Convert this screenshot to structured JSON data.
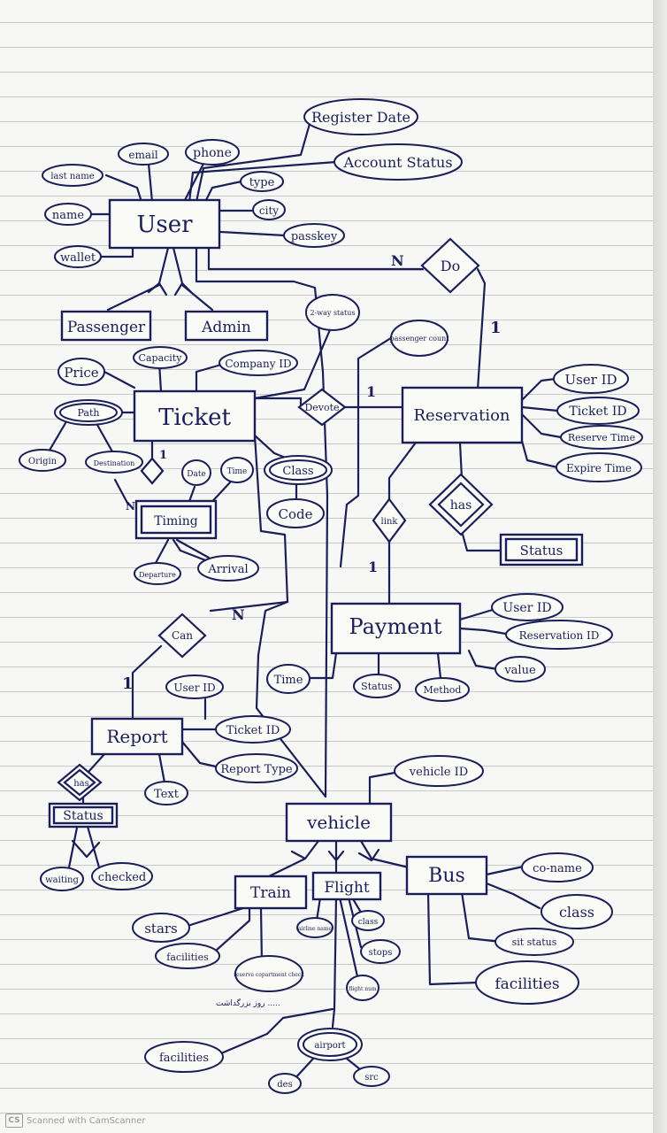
{
  "entities": {
    "user": "User",
    "passenger": "Passenger",
    "admin": "Admin",
    "ticket": "Ticket",
    "timing": "Timing",
    "reservation": "Reservation",
    "payment": "Payment",
    "report": "Report",
    "status_report": "Status",
    "status_reservation": "Status",
    "vehicle": "vehicle",
    "train": "Train",
    "flight": "Flight",
    "bus": "Bus"
  },
  "relationships": {
    "do": "Do",
    "devote": "Devote",
    "link": "link",
    "has_reservation": "has",
    "can": "Can",
    "has_report": "has"
  },
  "attributes": {
    "user": [
      "email",
      "phone",
      "last name",
      "name",
      "wallet",
      "type",
      "city",
      "passkey",
      "Register Date",
      "Account Status"
    ],
    "ticket": [
      "Price",
      "Capacity",
      "Company ID",
      "2-way status",
      "passenger count",
      "Path",
      "Origin",
      "Destination",
      "Date",
      "Time",
      "Class",
      "Code",
      "Departure",
      "Arrival"
    ],
    "reservation": [
      "User ID",
      "Ticket ID",
      "Reserve Time",
      "Expire Time"
    ],
    "payment": [
      "User ID",
      "Reservation ID",
      "value",
      "Time",
      "Status",
      "Method"
    ],
    "report": [
      "User ID",
      "Ticket ID",
      "Report Type",
      "Text",
      "waiting",
      "checked"
    ],
    "vehicle": [
      "vehicle ID"
    ],
    "bus": [
      "co-name",
      "class",
      "sit status",
      "facilities"
    ],
    "train": [
      "stars",
      "facilities",
      "reserve copartment check"
    ],
    "flight": [
      "airline name",
      "class",
      "stops",
      "flight num",
      "facilities",
      "airport",
      "des",
      "src"
    ]
  },
  "cardinalities": {
    "user_do": "N",
    "do_reservation": "1",
    "ticket_devote": "1",
    "path_timing": "1",
    "timing_n": "N",
    "link_payment": "1",
    "can_n": "N",
    "can_report": "1"
  },
  "scribble_note": "روز بزرگداشت .....",
  "watermark": {
    "logo": "CS",
    "text": "Scanned with CamScanner"
  },
  "colors": {
    "ink": "#1b1f57",
    "paper": "#f7f7f5",
    "rule": "#c9c9c9"
  }
}
